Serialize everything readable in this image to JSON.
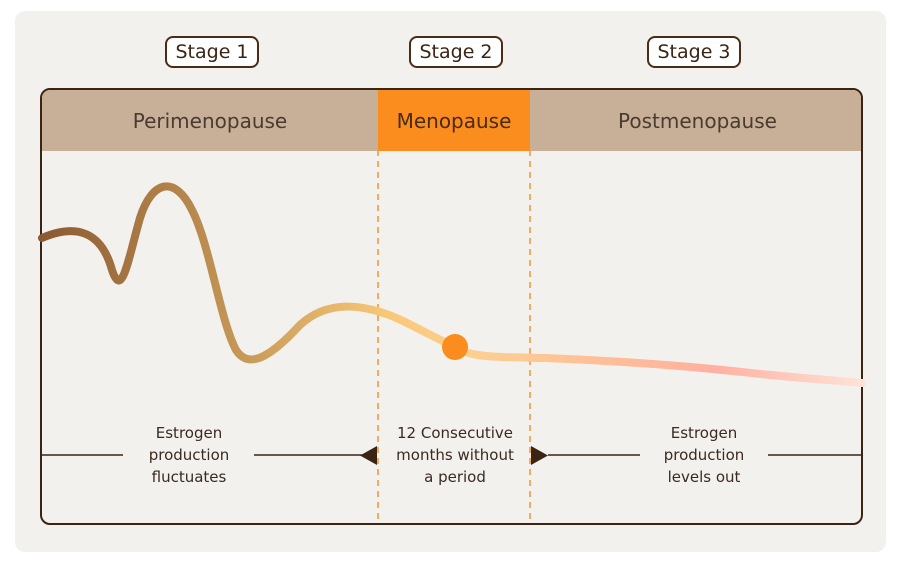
{
  "stages": [
    {
      "label": "Stage 1"
    },
    {
      "label": "Stage 2"
    },
    {
      "label": "Stage 3"
    }
  ],
  "phases": [
    {
      "label": "Perimenopause",
      "color": "#c8af98"
    },
    {
      "label": "Menopause",
      "color": "#fb8d1e"
    },
    {
      "label": "Postmenopause",
      "color": "#c8af98"
    }
  ],
  "captions": {
    "peri": [
      "Estrogen",
      "production",
      "fluctuates"
    ],
    "meno": [
      "12 Consecutive",
      "months without",
      "a period"
    ],
    "post": [
      "Estrogen",
      "production",
      "levels out"
    ]
  },
  "colors": {
    "border": "#3a2414",
    "curve_start": "#8a5a32",
    "curve_mid": "#f8c878",
    "curve_end": "#ffb0a0",
    "marker": "#fb8d1e",
    "divider": "#f29a3a"
  }
}
